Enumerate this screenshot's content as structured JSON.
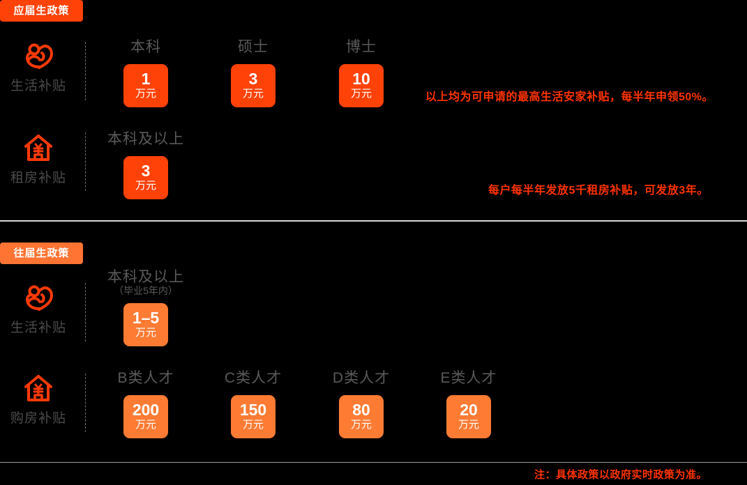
{
  "sections": [
    {
      "badge": "应届生政策",
      "accent": "#FF4208",
      "rows": [
        {
          "icon": "heart-person-icon",
          "label": "生活补贴",
          "columns": [
            {
              "head": "本科",
              "sub": "",
              "value": "1",
              "unit": "万元"
            },
            {
              "head": "硕士",
              "sub": "",
              "value": "3",
              "unit": "万元"
            },
            {
              "head": "博士",
              "sub": "",
              "value": "10",
              "unit": "万元"
            }
          ],
          "note": "以上均为可申请的最高生活安家补贴，每半年申领50%。"
        },
        {
          "icon": "house-yuan-icon",
          "label": "租房补贴",
          "columns": [
            {
              "head": "本科及以上",
              "sub": "",
              "value": "3",
              "unit": "万元"
            }
          ],
          "note": "每户每半年发放5千租房补贴，可发放3年。"
        }
      ]
    },
    {
      "badge": "往届生政策",
      "accent": "#FF7433",
      "rows": [
        {
          "icon": "heart-person-icon",
          "label": "生活补贴",
          "columns": [
            {
              "head": "本科及以上",
              "sub": "（毕业5年内）",
              "value": "1–5",
              "unit": "万元"
            }
          ],
          "note": ""
        },
        {
          "icon": "house-yuan-icon",
          "label": "购房补贴",
          "columns": [
            {
              "head": "B类人才",
              "sub": "",
              "value": "200",
              "unit": "万元"
            },
            {
              "head": "C类人才",
              "sub": "",
              "value": "150",
              "unit": "万元"
            },
            {
              "head": "D类人才",
              "sub": "",
              "value": "80",
              "unit": "万元"
            },
            {
              "head": "E类人才",
              "sub": "",
              "value": "20",
              "unit": "万元"
            }
          ],
          "note": ""
        }
      ]
    }
  ],
  "footer": {
    "note": "注：具体政策以政府实时政策为准。"
  },
  "colors": {
    "background": "#000000",
    "accent_primary": "#FF4208",
    "accent_secondary": "#FF7433",
    "note_red": "#FF3300",
    "label_gray": "#4B4B4B",
    "head_gray": "#5A5A5A",
    "divider": "#D6D6D6"
  }
}
